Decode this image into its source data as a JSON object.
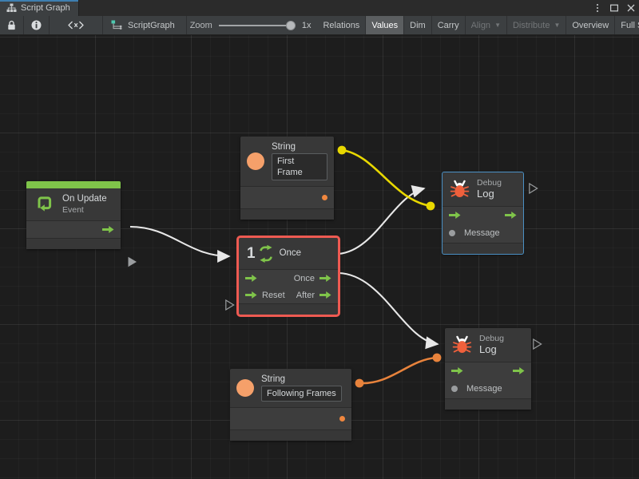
{
  "window": {
    "tab_title": "Script Graph",
    "tab_icon": "graph-hierarchy-icon",
    "controls": [
      {
        "name": "more-options-icon",
        "glyph": "kebab"
      },
      {
        "name": "maximize-icon",
        "glyph": "square"
      },
      {
        "name": "close-icon",
        "glyph": "x"
      }
    ]
  },
  "toolbar": {
    "lock_icon": "lock-icon",
    "info_icon": "info-icon",
    "code_icon": "code-brackets-icon",
    "graph_icon": "script-graph-icon",
    "graph_name": "ScriptGraph",
    "zoom_label": "Zoom",
    "zoom_value": "1x",
    "buttons": [
      {
        "label": "Relations",
        "state": "normal"
      },
      {
        "label": "Values",
        "state": "active"
      },
      {
        "label": "Dim",
        "state": "normal"
      },
      {
        "label": "Carry",
        "state": "normal"
      },
      {
        "label": "Align",
        "state": "disabled",
        "dropdown": true
      },
      {
        "label": "Distribute",
        "state": "disabled",
        "dropdown": true
      },
      {
        "label": "Overview",
        "state": "normal"
      },
      {
        "label": "Full Screen",
        "state": "normal"
      }
    ]
  },
  "graph": {
    "nodes": {
      "on_update": {
        "title": "On Update",
        "subtitle": "Event",
        "icon": "update-loop-icon",
        "accent_color": "#7fc44a",
        "selected": false
      },
      "string_first": {
        "title": "String",
        "value": "First Frame",
        "icon": "string-value-icon",
        "icon_color": "#f5a06a",
        "selected": false
      },
      "string_following": {
        "title": "String",
        "value": "Following Frames",
        "icon": "string-value-icon",
        "icon_color": "#f5a06a",
        "selected": false
      },
      "once": {
        "title": "Once",
        "icon": "once-cycle-icon",
        "icon_number": "1",
        "selected": true,
        "selection_color": "#ee5a52",
        "rows": [
          {
            "in_flow": true,
            "in_label": "",
            "out_label": "Once",
            "out_flow": true
          },
          {
            "in_flow": true,
            "in_label": "Reset",
            "out_label": "After",
            "out_flow": true
          }
        ]
      },
      "debug_log_top": {
        "title": "Debug",
        "subtitle": "Log",
        "icon": "bug-icon",
        "icon_color": "#f0603c",
        "selected": true,
        "selection_color": "#4a90c4",
        "message_label": "Message"
      },
      "debug_log_bottom": {
        "title": "Debug",
        "subtitle": "Log",
        "icon": "bug-icon",
        "icon_color": "#f0603c",
        "selected": false,
        "message_label": "Message"
      }
    },
    "edge_colors": {
      "flow": "#e8e8e8",
      "value_yellow": "#e8d800",
      "value_orange": "#e8833c"
    }
  }
}
